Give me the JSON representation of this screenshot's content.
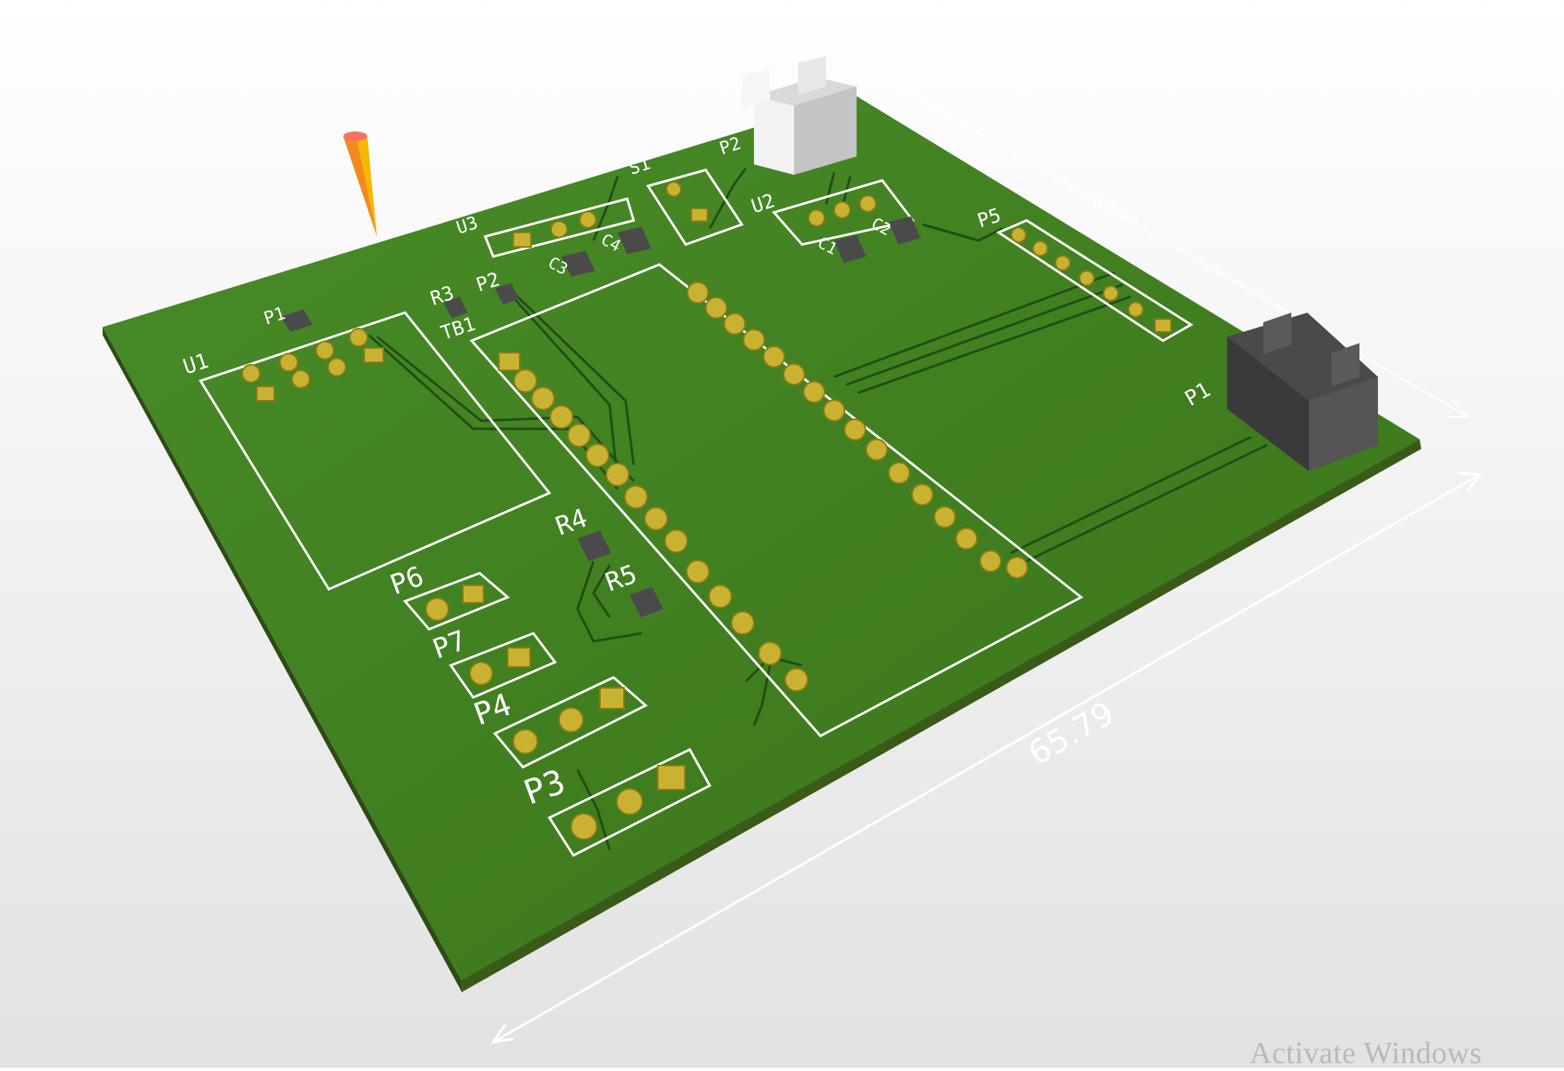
{
  "viewer": {
    "dimension_width": "65.79",
    "dimension_depth": "67.23",
    "watermark": "Activate Windows",
    "colors": {
      "background": "#f0f0f0",
      "board": "#3f7d1f",
      "board_edge": "#2a4a12",
      "pad": "#c9b232",
      "silkscreen": "#ffffff",
      "trace": "#1f4f14"
    }
  },
  "board": {
    "labels": {
      "u1": "U1",
      "u2": "U2",
      "u3": "U3",
      "s1": "S1",
      "tb1": "TB1",
      "p1_small": "P1",
      "p1_large": "P1",
      "p2": "P2",
      "p3": "P3",
      "p4": "P4",
      "p5": "P5",
      "p6": "P6",
      "p7": "P7",
      "r3": "R3",
      "r4": "R4",
      "r5": "R5",
      "c1": "C1",
      "c2": "C2",
      "c3": "C3",
      "c4": "C4",
      "p_top": "P2"
    }
  }
}
